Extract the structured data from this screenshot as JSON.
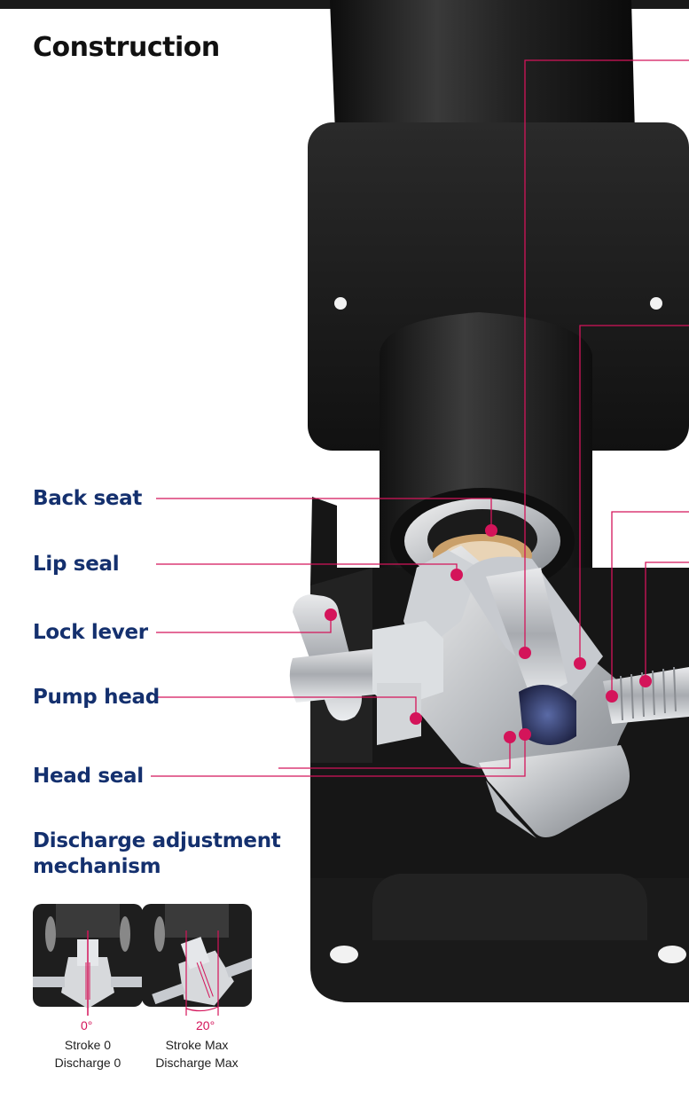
{
  "title": "Construction",
  "labels": {
    "back_seat": "Back seat",
    "lip_seal": "Lip seal",
    "lock_lever": "Lock lever",
    "pump_head": "Pump head",
    "head_seal": "Head seal",
    "discharge_adjustment_line1": "Discharge adjustment",
    "discharge_adjustment_line2": "mechanism"
  },
  "thumbnails": [
    {
      "angle": "0°",
      "stroke": "Stroke 0",
      "discharge": "Discharge 0"
    },
    {
      "angle": "20°",
      "stroke": "Stroke Max",
      "discharge": "Discharge Max"
    }
  ],
  "colors": {
    "accent": "#d4145a",
    "label": "#14306e",
    "body": "#1c1c1c"
  }
}
